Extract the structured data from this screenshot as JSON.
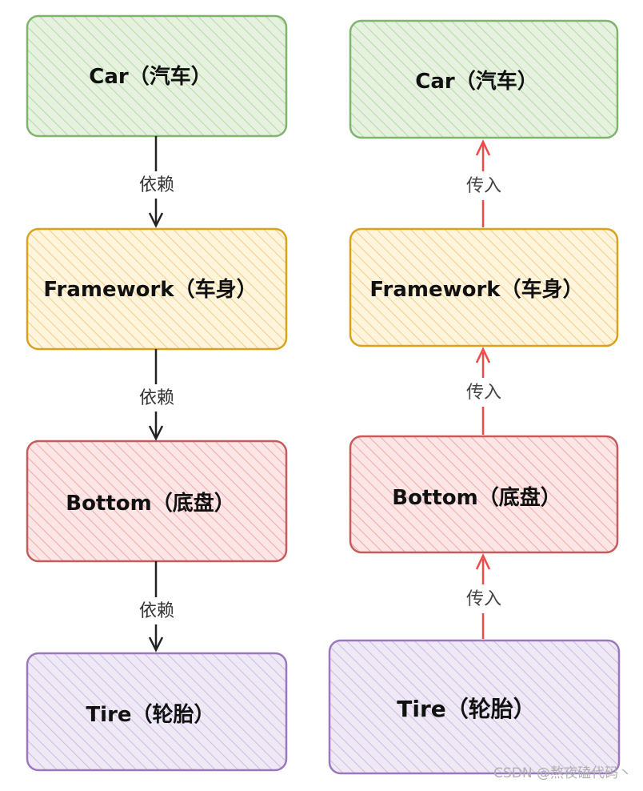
{
  "colors": {
    "green": {
      "fill": "#e6f2df",
      "stroke": "#7fb46d",
      "hatch": "#b5d8a6"
    },
    "orange": {
      "fill": "#fff4dc",
      "stroke": "#d9a21c",
      "hatch": "#f2cf86"
    },
    "red": {
      "fill": "#fbe5e5",
      "stroke": "#c65b5b",
      "hatch": "#f0a9a9"
    },
    "purple": {
      "fill": "#efe9f6",
      "stroke": "#9a78bb",
      "hatch": "#cdbbe2"
    },
    "dependency_arrow": "#222222",
    "inject_arrow": "#f04848"
  },
  "left": {
    "boxes": [
      {
        "label": "Car（汽车）"
      },
      {
        "label": "Framework（车身）"
      },
      {
        "label": "Bottom（底盘）"
      },
      {
        "label": "Tire（轮胎）"
      }
    ],
    "edges": [
      {
        "label": "依赖"
      },
      {
        "label": "依赖"
      },
      {
        "label": "依赖"
      }
    ]
  },
  "right": {
    "boxes": [
      {
        "label": "Car（汽车）"
      },
      {
        "label": "Framework（车身）"
      },
      {
        "label": "Bottom（底盘）"
      },
      {
        "label": "Tire（轮胎）"
      }
    ],
    "edges": [
      {
        "label": "传入"
      },
      {
        "label": "传入"
      },
      {
        "label": "传入"
      }
    ]
  },
  "watermark": "CSDN @熬夜磕代码丶"
}
